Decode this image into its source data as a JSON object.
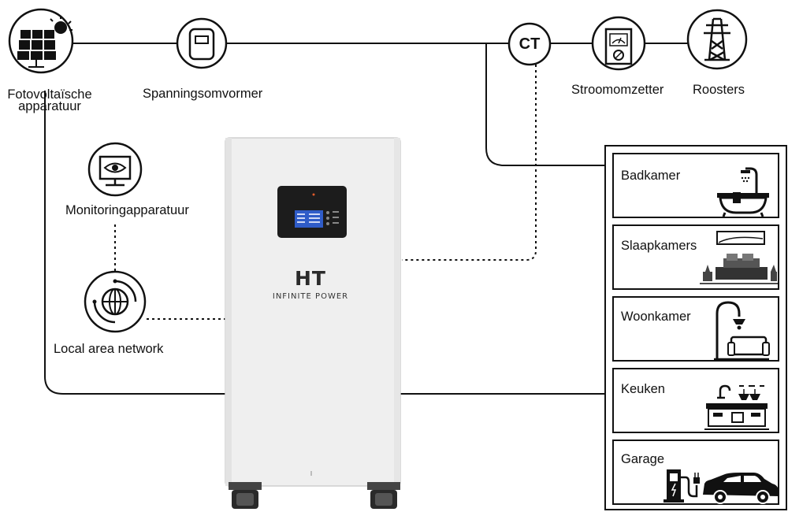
{
  "nodes": {
    "pv": "Fotovoltaïsche\napparatuur",
    "inverter": "Spanningsomvormer",
    "ct": "CT",
    "meter": "Stroomomzetter",
    "grid": "Roosters",
    "monitoring": "Monitoringapparatuur",
    "lan": "Local area network"
  },
  "battery": {
    "brand": "HT",
    "tagline": "INFINITE POWER"
  },
  "rooms": [
    {
      "label": "Badkamer",
      "icon": "bathtub-icon"
    },
    {
      "label": "Slaapkamers",
      "icon": "bedroom-icon"
    },
    {
      "label": "Woonkamer",
      "icon": "living-room-icon"
    },
    {
      "label": "Keuken",
      "icon": "kitchen-icon"
    },
    {
      "label": "Garage",
      "icon": "ev-charger-car-icon"
    }
  ],
  "icons": {
    "pv": "solar-panel-sun-icon",
    "inverter": "inverter-icon",
    "meter": "meter-icon",
    "grid": "power-tower-icon",
    "monitoring": "monitor-eye-icon",
    "lan": "network-globe-icon"
  }
}
